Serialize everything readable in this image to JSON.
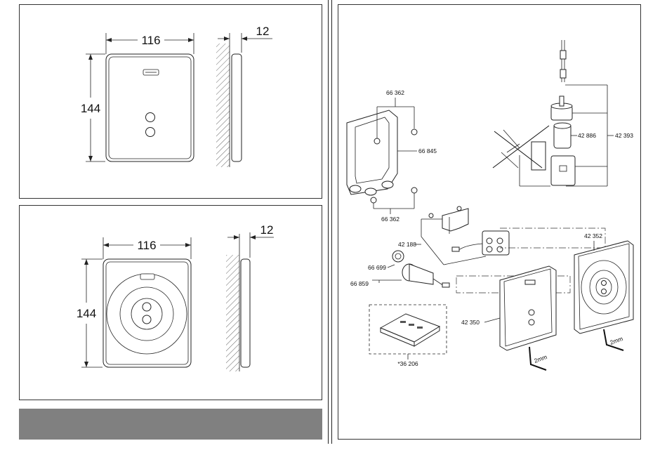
{
  "front_view_1": {
    "width_label": "116",
    "height_label": "144",
    "depth_label": "12"
  },
  "front_view_2": {
    "width_label": "116",
    "height_label": "144",
    "depth_label": "12"
  },
  "exploded_view": {
    "part_labels": {
      "mounting_screws_top": "66 362",
      "mounting_frame": "66 845",
      "mounting_screws_bottom": "66 362",
      "bracket": "42 188",
      "filter": "66 699",
      "solenoid_valve": "66 859",
      "remote_control": "*36 206",
      "battery_compartment": "42 886",
      "battery_set": "42 393",
      "front_plate_square": "42 350",
      "front_plate_round": "42 352",
      "allen_key_1": "2mm",
      "allen_key_2": "2mm"
    }
  },
  "colors": {
    "grey_bar": "#808080",
    "line": "#222222"
  }
}
